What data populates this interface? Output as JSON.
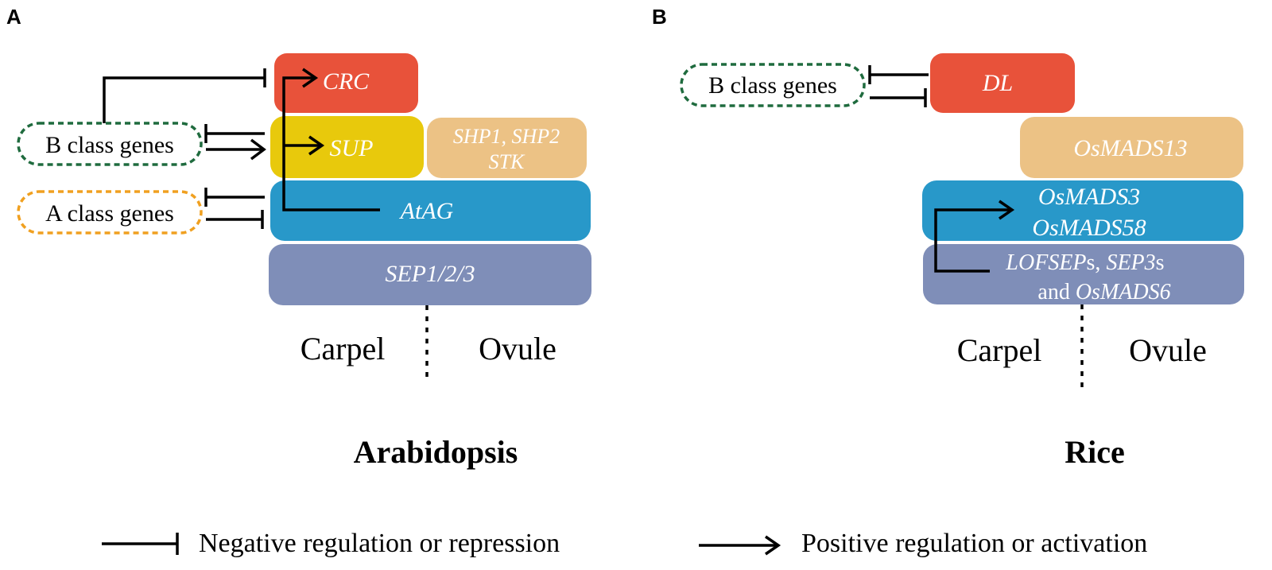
{
  "colors": {
    "crc": "#e8523a",
    "sup": "#e8c90c",
    "shp": "#ecc285",
    "atag": "#2898c9",
    "sep": "#7f8eb8",
    "b_class_border": "#1f6b3e",
    "a_class_border": "#f0a020"
  },
  "panel_a": {
    "label": "A",
    "boxes": {
      "crc": "CRC",
      "sup": "SUP",
      "shp_line1": "SHP1, SHP2",
      "shp_line2": "STK",
      "atag": "AtAG",
      "sep": "SEP1/2/3"
    },
    "b_class": "B class genes",
    "a_class": "A class genes",
    "carpel": "Carpel",
    "ovule": "Ovule",
    "title": "Arabidopsis"
  },
  "panel_b": {
    "label": "B",
    "boxes": {
      "dl": "DL",
      "osmads13": "OsMADS13",
      "osmads3": "OsMADS3",
      "osmads58": "OsMADS58",
      "lof_1": "LOFSEP",
      "lof_2": "s, ",
      "lof_3": "SEP3",
      "lof_4": "s",
      "and_1": "and ",
      "and_2": "OsMADS6"
    },
    "b_class": "B class genes",
    "carpel": "Carpel",
    "ovule": "Ovule",
    "title": "Rice"
  },
  "legend": {
    "negative": "Negative regulation or repression",
    "positive": "Positive regulation or activation"
  }
}
